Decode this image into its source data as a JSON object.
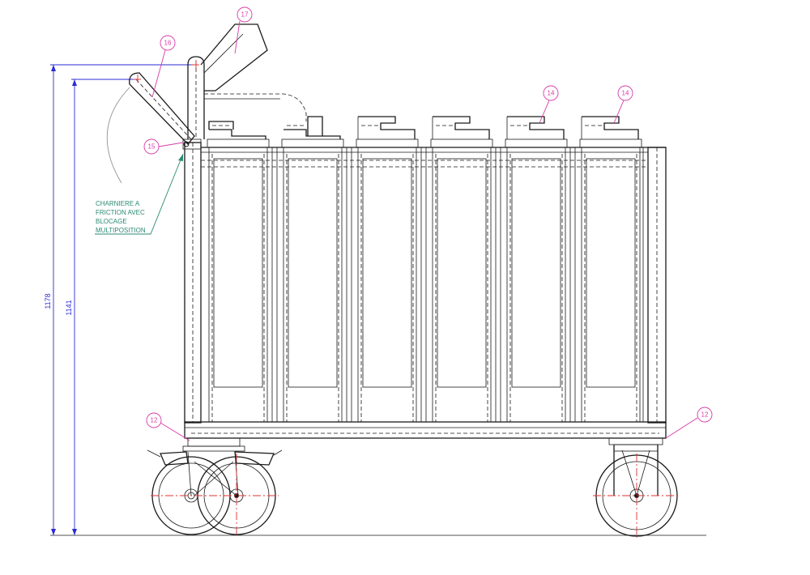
{
  "drawing": {
    "dimensions": [
      {
        "id": "overall-height",
        "label": "1178"
      },
      {
        "id": "handle-height",
        "label": "1141"
      }
    ],
    "balloons": [
      {
        "id": "b17",
        "label": "17"
      },
      {
        "id": "b16",
        "label": "16"
      },
      {
        "id": "b15",
        "label": "15"
      },
      {
        "id": "b14a",
        "label": "14"
      },
      {
        "id": "b14b",
        "label": "14"
      },
      {
        "id": "b12a",
        "label": "12"
      },
      {
        "id": "b12b",
        "label": "12"
      }
    ],
    "note": {
      "lines": [
        "CHARNIERE A",
        "FRICTION AVEC",
        "BLOCAGE",
        "MULTIPOSITION"
      ]
    },
    "colors": {
      "outline": "#1a1a1a",
      "dimension": "#2b2bd6",
      "balloon": "#d63aa8",
      "note": "#2a8a72",
      "centerline": "#e03030"
    }
  }
}
